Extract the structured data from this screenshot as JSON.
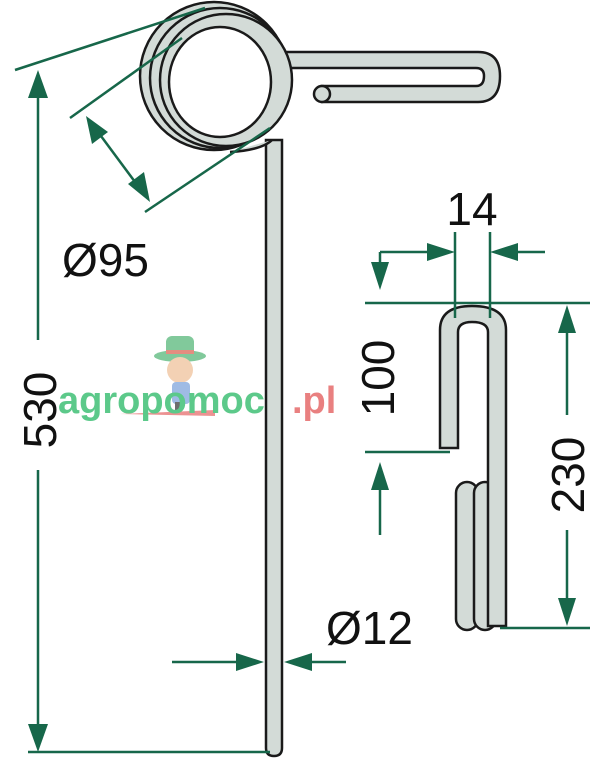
{
  "title": "Spring tine technical drawing",
  "dimensions": {
    "total_height": "530",
    "coil_diameter": "Ø95",
    "wire_diameter": "Ø12",
    "hook_width": "14",
    "hook_length": "100",
    "detail_height": "230"
  },
  "watermark": {
    "text_main": "agropomoc",
    "text_tld": ".pl"
  },
  "colors": {
    "dimension": "#17674a",
    "wire": "#d3dbd7",
    "watermark_green": "#5cc98a",
    "watermark_red": "#e98080"
  }
}
